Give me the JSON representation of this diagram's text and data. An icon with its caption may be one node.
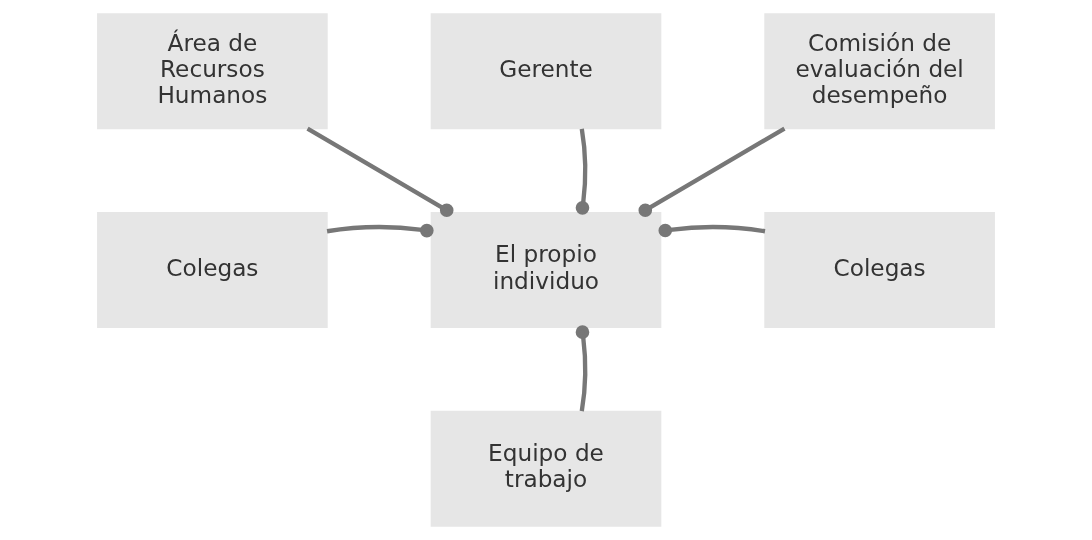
{
  "diagram": {
    "nodes": [
      {
        "text": [
          "Área de Recursos Humanos"
        ]
      },
      {
        "text": [
          "Gerente"
        ]
      },
      {
        "text": [
          "Comisión de evaluación del desempeño"
        ]
      },
      {
        "text": [
          "Colegas"
        ]
      },
      {
        "text": [
          "El propio individuo"
        ]
      },
      {
        "text": [
          "Colegas"
        ]
      },
      {
        "text": [
          "Equipo de trabajo"
        ]
      }
    ],
    "edges": [
      {
        "from": 0,
        "to": 4,
        "arrow": "other"
      },
      {
        "from": 1,
        "to": 4,
        "arrow": "other"
      },
      {
        "from": 2,
        "to": 4,
        "arrow": "other"
      },
      {
        "from": 3,
        "to": 4,
        "arrow": "other"
      },
      {
        "from": 5,
        "to": 4,
        "arrow": "other"
      },
      {
        "from": 6,
        "to": 4,
        "arrow": "other"
      }
    ]
  }
}
